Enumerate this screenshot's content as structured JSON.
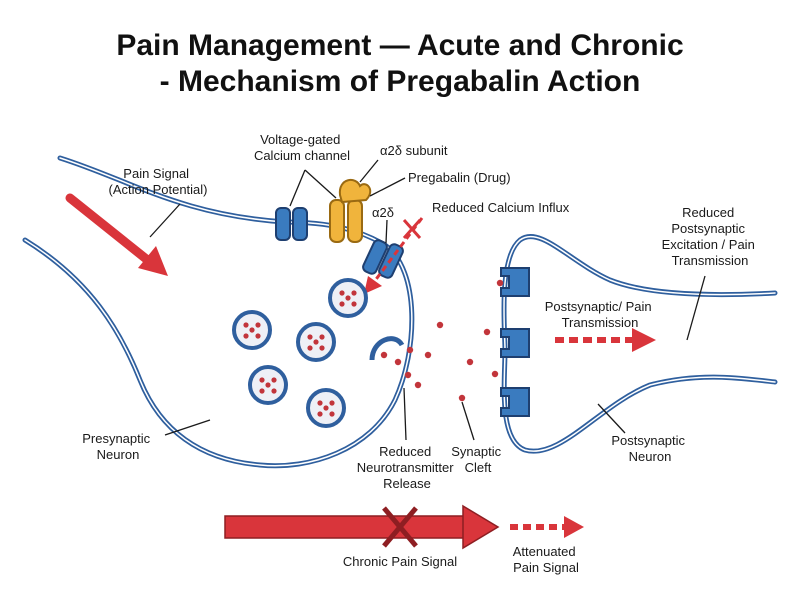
{
  "title": {
    "line1": "Pain Management — Acute and Chronic",
    "line2": "- Mechanism of Pregabalin Action"
  },
  "labels": {
    "pain_signal": [
      "Pain Signal",
      "(Action Potential)"
    ],
    "vgcc": [
      "Voltage-gated",
      "Calcium channel"
    ],
    "a2d_subunit": "α2δ subunit",
    "pregabalin": "Pregabalin (Drug)",
    "a2d": "α2δ",
    "reduced_calcium": "Reduced Calcium Influx",
    "reduced_post": [
      "Reduced",
      "Postsynaptic",
      "Excitation / Pain",
      "Transmission"
    ],
    "post_pain": [
      "Postsynaptic/ Pain",
      "Transmission"
    ],
    "presynaptic": [
      "Presynaptic",
      "Neuron"
    ],
    "reduced_nt": [
      "Reduced",
      "Neurotransmitter",
      "Release"
    ],
    "cleft": [
      "Synaptic",
      "Cleft"
    ],
    "postsynaptic": [
      "Postsynaptic",
      "Neuron"
    ],
    "chronic": "Chronic Pain Signal",
    "attenuated": [
      "Attenuated",
      "Pain Signal"
    ]
  },
  "colors": {
    "membrane": "#2f5f9e",
    "channel": "#3a7bbf",
    "drug": "#f0b43c",
    "signal": "#d9353b",
    "vesicle_fill": "#eef0f6"
  }
}
